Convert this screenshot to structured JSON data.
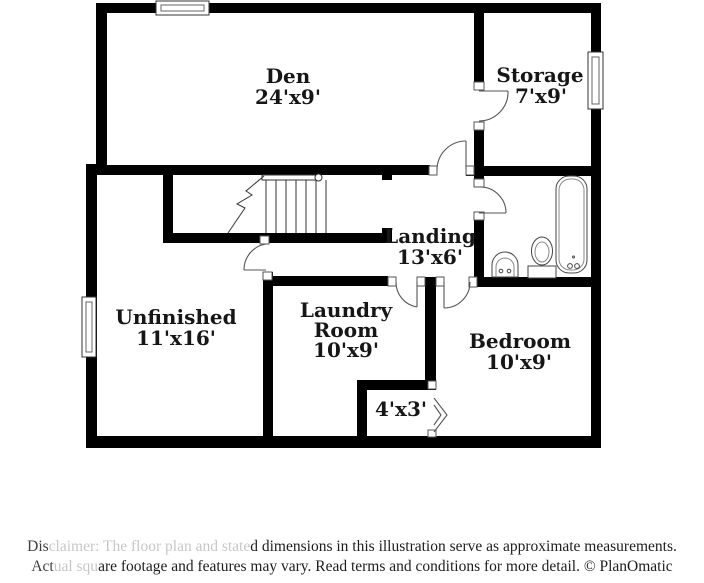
{
  "rooms": [
    {
      "name": "Den",
      "dims": "24'x9'"
    },
    {
      "name": "Storage",
      "dims": "7'x9'"
    },
    {
      "name": "Landing",
      "dims": "13'x6'"
    },
    {
      "name": "Unfinished",
      "dims": "11'x16'"
    },
    {
      "name_line1": "Laundry",
      "name_line2": "Room",
      "dims": "10'x9'"
    },
    {
      "name": "Bedroom",
      "dims": "10'x9'"
    },
    {
      "name": "",
      "dims": "4'x3'"
    }
  ],
  "fixtures": [
    "bathtub",
    "toilet",
    "sink",
    "stairs",
    "windows",
    "door-swings",
    "cased-opening-chevron"
  ],
  "disclaimer": {
    "line1_start": "Dis",
    "line1_faded": "claimer: The floor plan and state",
    "line1_rest": "d dimensions in this illustration serve as approximate measurements.",
    "line2_start": "Act",
    "line2_faded": "ual squ",
    "line2_rest": "are footage and features may vary. Read terms and conditions for more detail. © PlanOmatic"
  },
  "colors": {
    "wall": "#000000",
    "fixture_line": "#4a4a4a",
    "text": "#161616",
    "background": "#ffffff"
  }
}
